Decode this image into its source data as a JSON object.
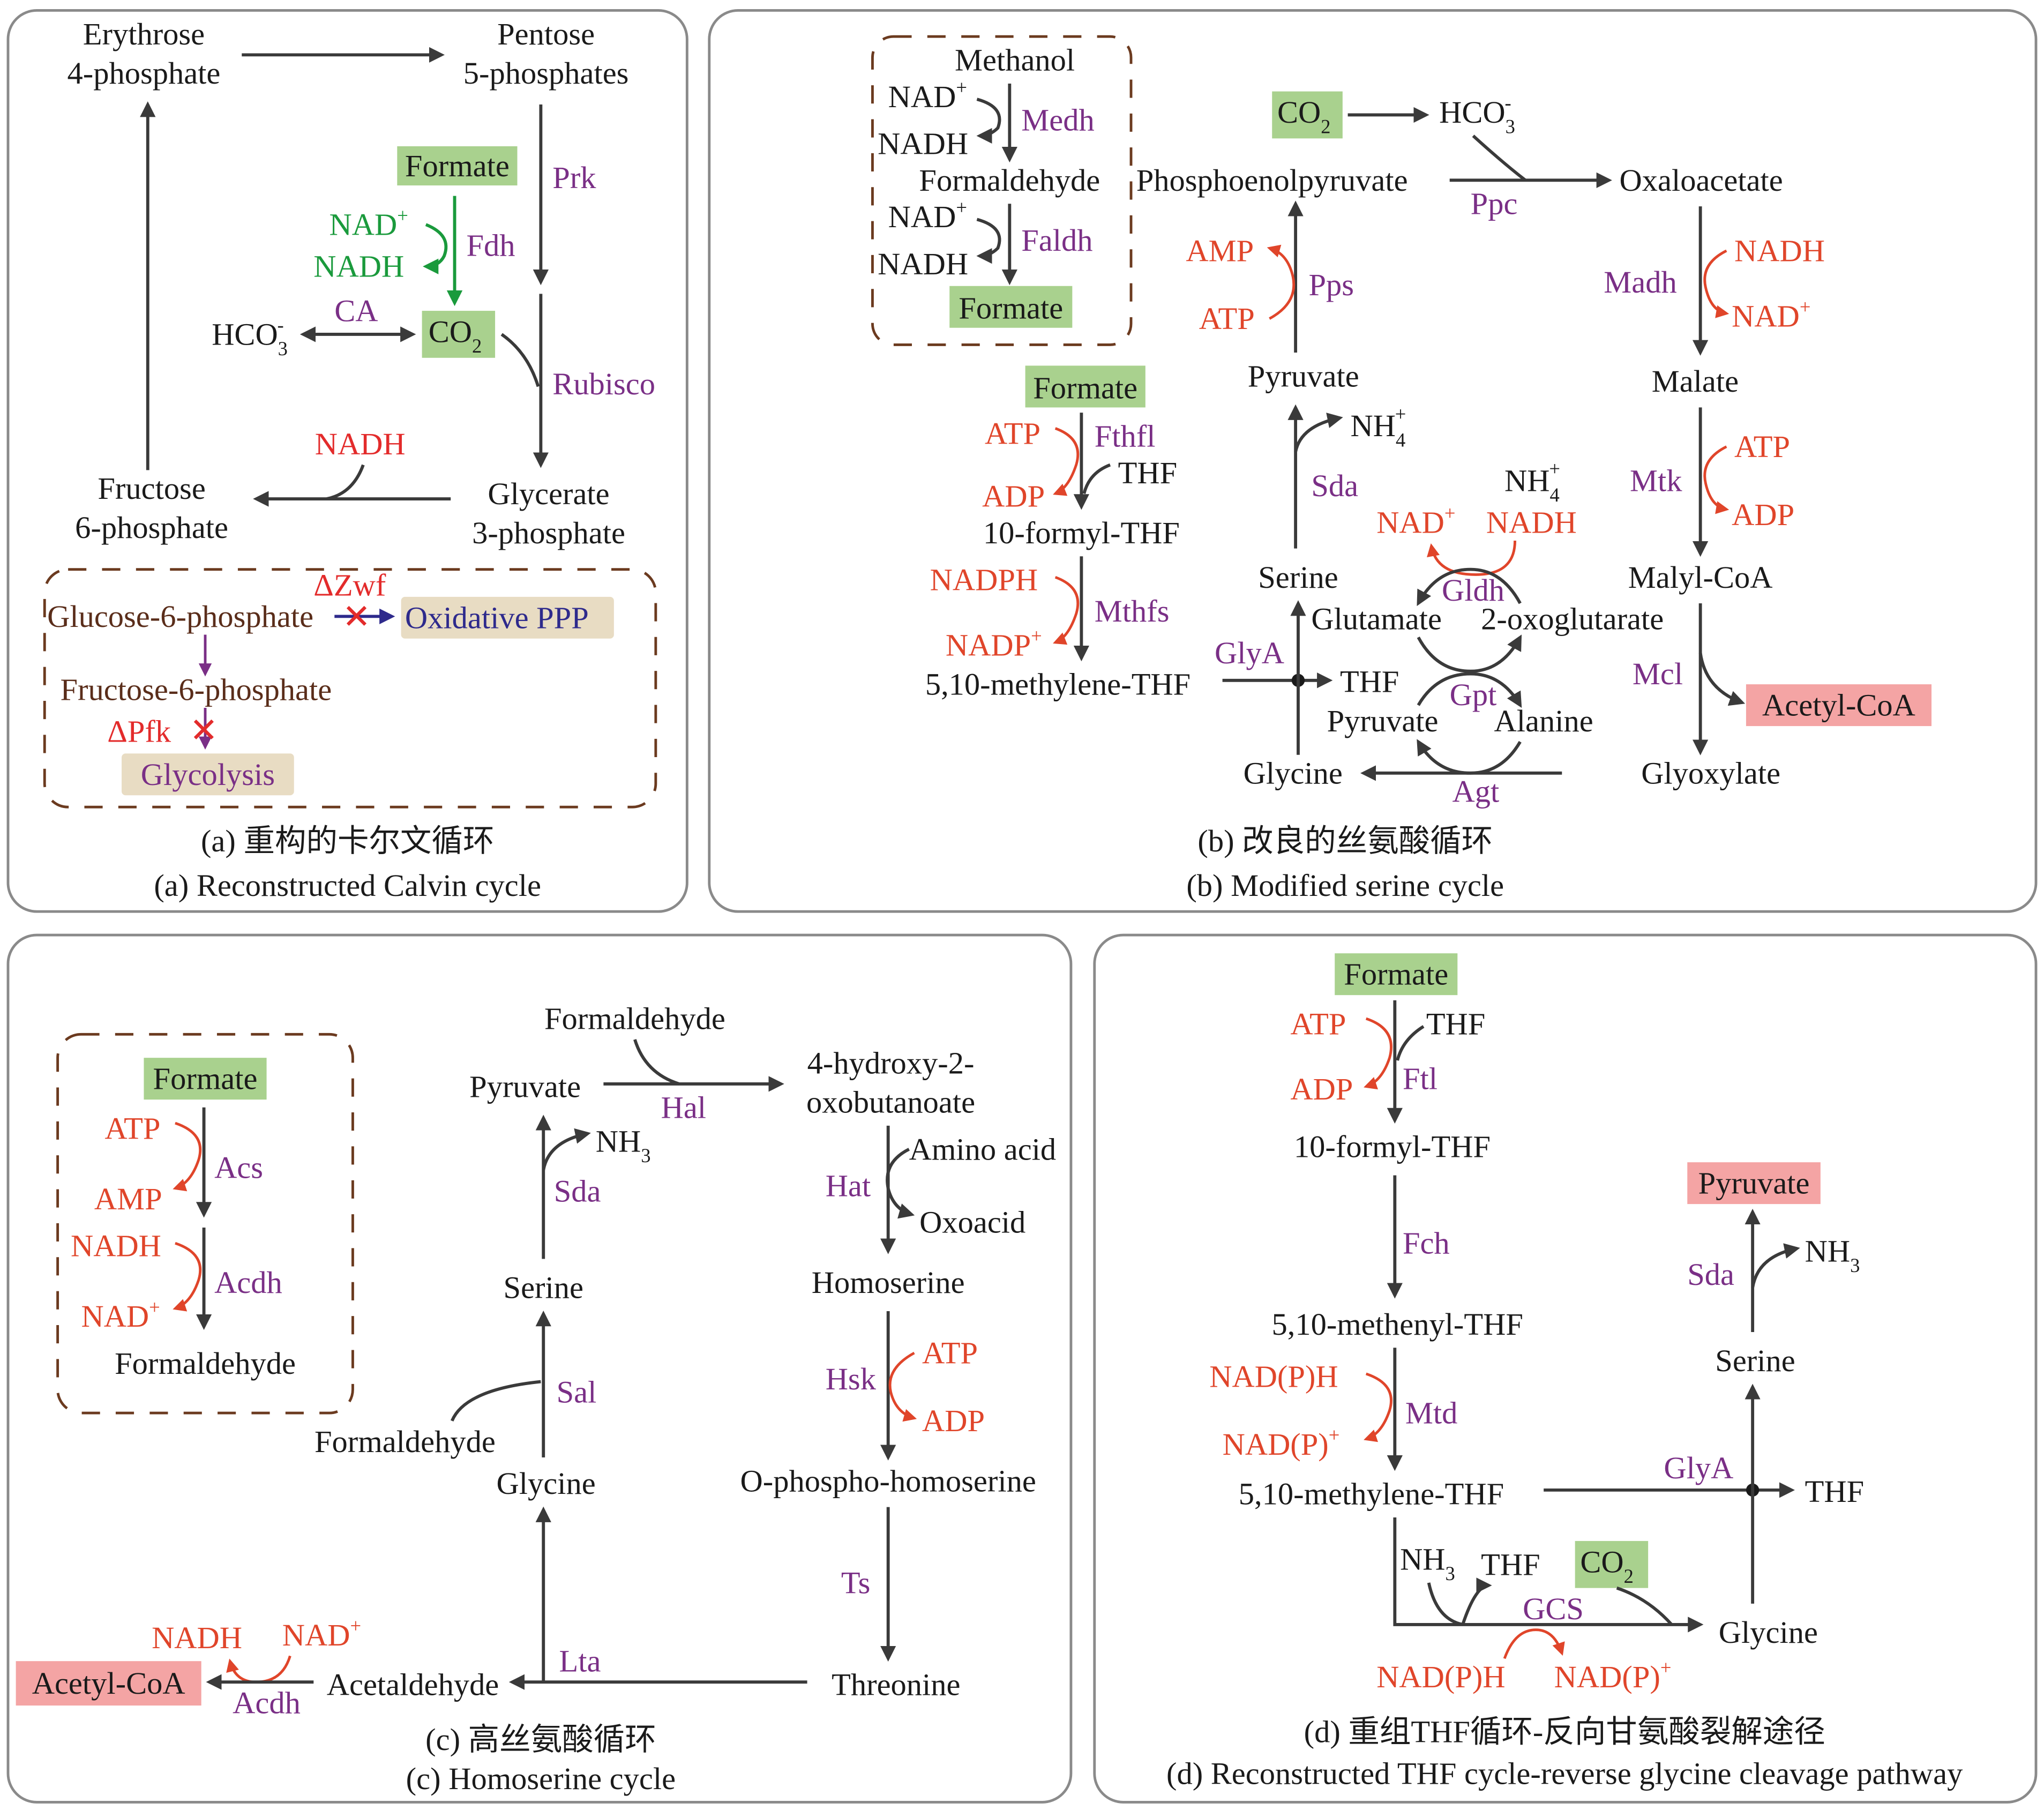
{
  "colors": {
    "metabolite": "#1a1a1a",
    "enzyme": "#7a2f86",
    "cofactor": "#e0452a",
    "fdh_branch": "#1a9a3c",
    "knockout": "#e32b2b",
    "substrate_highlight": "#a9d18e",
    "product_highlight": "#f4a4a4",
    "competing_pathway_highlight": "#e8dcc3"
  },
  "panel_a": {
    "caption_cn": "(a) 重构的卡尔文循环",
    "caption_en": "(a) Reconstructed Calvin cycle",
    "erythrose_1": "Erythrose",
    "erythrose_2": "4-phosphate",
    "pentose_1": "Pentose",
    "pentose_2": "5-phosphates",
    "formate": "Formate",
    "nad_plus": "NAD",
    "nadh": "NADH",
    "fdh": "Fdh",
    "prk": "Prk",
    "hco3": "HCO",
    "ca": "CA",
    "co2": "CO",
    "rubisco": "Rubisco",
    "nadh_red": "NADH",
    "fructose_1": "Fructose",
    "fructose_2": "6-phosphate",
    "glycerate_1": "Glycerate",
    "glycerate_2": "3-phosphate",
    "dzwf": "ΔZwf",
    "g6p": "Glucose-6-phosphate",
    "oxppp": "Oxidative PPP",
    "f6p": "Fructose-6-phosphate",
    "dpfk": "ΔPfk",
    "glycolysis": "Glycolysis"
  },
  "panel_b": {
    "caption_cn": "(b) 改良的丝氨酸循环",
    "caption_en": "(b) Modified serine cycle",
    "methanol": "Methanol",
    "nad_plus_1": "NAD",
    "nadh_1": "NADH",
    "medh": "Medh",
    "formaldehyde": "Formaldehyde",
    "nad_plus_2": "NAD",
    "nadh_2": "NADH",
    "faldh": "Faldh",
    "formate_box": "Formate",
    "co2": "CO",
    "hco3": "HCO",
    "pep": "Phosphoenolpyruvate",
    "ppc": "Ppc",
    "oxaloacetate": "Oxaloacetate",
    "amp": "AMP",
    "atp_pps": "ATP",
    "pps": "Pps",
    "madh": "Madh",
    "nadh_madh": "NADH",
    "nad_madh": "NAD",
    "malate": "Malate",
    "formate_2": "Formate",
    "atp_fthfl": "ATP",
    "fthfl": "Fthfl",
    "thf_1": "THF",
    "adp_fthfl": "ADP",
    "pyruvate": "Pyruvate",
    "nh4_1": "NH",
    "sda": "Sda",
    "formyl_thf": "10-formyl-THF",
    "nh4_2": "NH",
    "nad_gldh": "NAD",
    "nadh_gldh": "NADH",
    "mtk": "Mtk",
    "atp_mtk": "ATP",
    "adp_mtk": "ADP",
    "nadph": "NADPH",
    "mthfs": "Mthfs",
    "nadp_plus": "NADP",
    "serine": "Serine",
    "gldh": "Gldh",
    "glutamate": "Glutamate",
    "oxoglutarate": "2-oxoglutarate",
    "malyl_coa": "Malyl-CoA",
    "methylene_thf": "5,10-methylene-THF",
    "glya": "GlyA",
    "thf_2": "THF",
    "gpt": "Gpt",
    "pyruvate_2": "Pyruvate",
    "alanine": "Alanine",
    "mcl": "Mcl",
    "acetyl_coa": "Acetyl-CoA",
    "glycine": "Glycine",
    "agt": "Agt",
    "glyoxylate": "Glyoxylate"
  },
  "panel_c": {
    "caption_cn": "(c) 高丝氨酸循环",
    "caption_en": "(c) Homoserine cycle",
    "formate": "Formate",
    "atp": "ATP",
    "acs": "Acs",
    "amp": "AMP",
    "nadh": "NADH",
    "acdh_1": "Acdh",
    "nad_plus": "NAD",
    "formaldehyde_box": "Formaldehyde",
    "formaldehyde_top": "Formaldehyde",
    "pyruvate": "Pyruvate",
    "hal": "Hal",
    "hydroxy_1": "4-hydroxy-2-",
    "hydroxy_2": "oxobutanoate",
    "nh3": "NH",
    "sda": "Sda",
    "amino_acid": "Amino acid",
    "hat": "Hat",
    "oxoacid": "Oxoacid",
    "serine": "Serine",
    "homoserine": "Homoserine",
    "sal": "Sal",
    "hsk": "Hsk",
    "atp_hsk": "ATP",
    "adp_hsk": "ADP",
    "formaldehyde_left": "Formaldehyde",
    "glycine": "Glycine",
    "ophospho": "O-phospho-homoserine",
    "ts": "Ts",
    "nadh_acdh": "NADH",
    "nad_acdh": "NAD",
    "lta": "Lta",
    "acetyl_coa": "Acetyl-CoA",
    "acdh_2": "Acdh",
    "acetaldehyde": "Acetaldehyde",
    "threonine": "Threonine"
  },
  "panel_d": {
    "caption_cn": "(d) 重组THF循环-反向甘氨酸裂解途径",
    "caption_en": "(d) Reconstructed THF cycle-reverse glycine cleavage pathway",
    "formate": "Formate",
    "atp": "ATP",
    "thf_1": "THF",
    "ftl": "Ftl",
    "adp": "ADP",
    "formyl_thf": "10-formyl-THF",
    "fch": "Fch",
    "pyruvate": "Pyruvate",
    "sda": "Sda",
    "nh3_top": "NH",
    "methenyl_thf": "5,10-methenyl-THF",
    "serine": "Serine",
    "nadph": "NAD(P)H",
    "mtd": "Mtd",
    "nadp_plus": "NAD(P)",
    "methylene_thf": "5,10-methylene-THF",
    "glya": "GlyA",
    "thf_2": "THF",
    "nh3": "NH",
    "thf_3": "THF",
    "co2": "CO",
    "gcs": "GCS",
    "glycine": "Glycine",
    "nadph_gcs": "NAD(P)H",
    "nadp_gcs": "NAD(P)"
  },
  "glyphs": {
    "plus": "+",
    "minus": "-",
    "two": "2",
    "three": "3",
    "four": "4",
    "cross": "✕"
  }
}
